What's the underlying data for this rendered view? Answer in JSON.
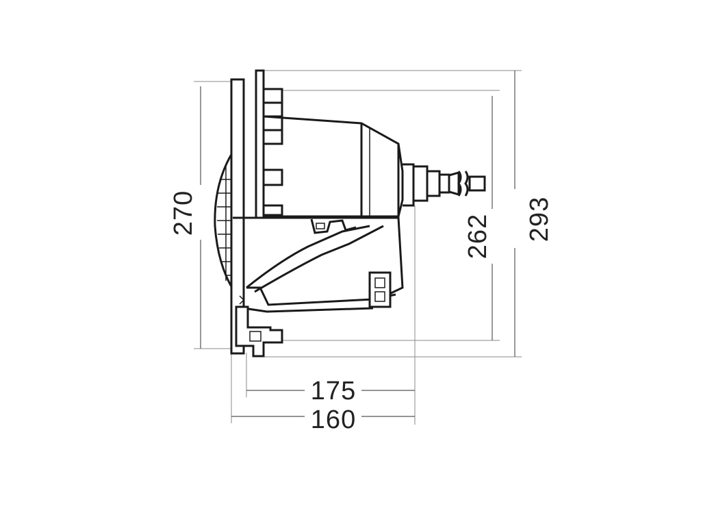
{
  "dimensions": {
    "total_height": "293",
    "inner_height": "262",
    "flange_height": "270",
    "depth_inner": "175",
    "depth_total": "160"
  },
  "colors": {
    "line": "#1a1a1a",
    "dimension_line": "#555555",
    "background": "#ffffff"
  }
}
